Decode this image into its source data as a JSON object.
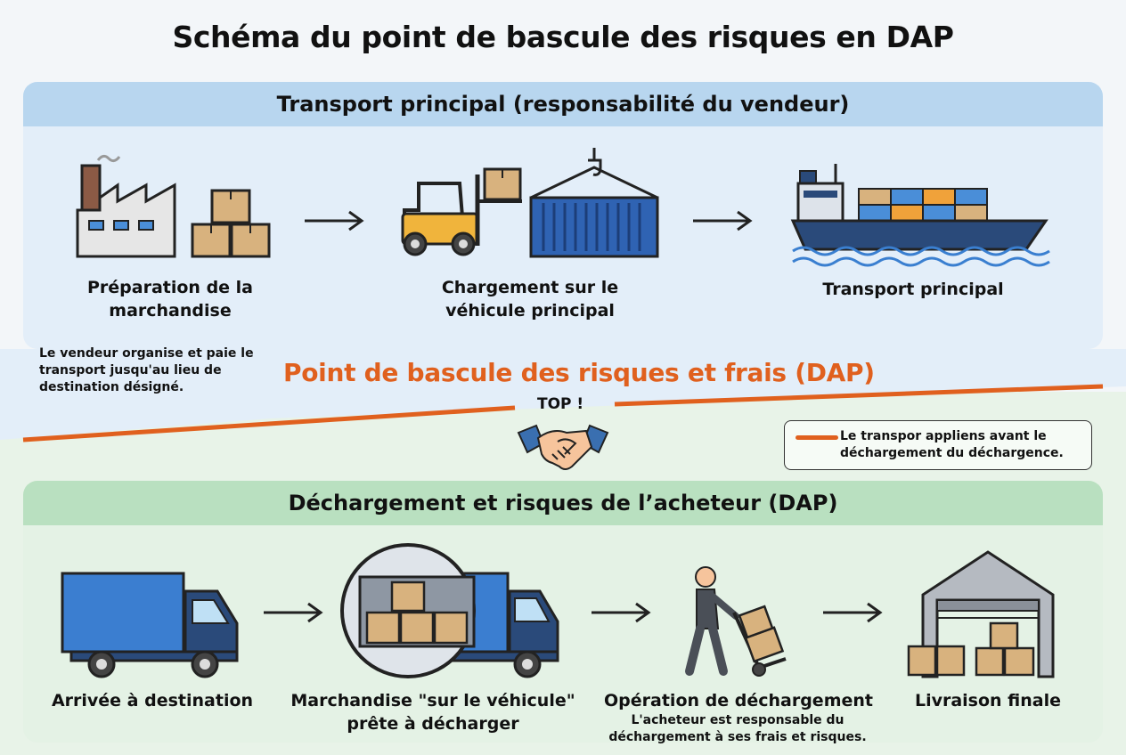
{
  "title": "Schéma du point de bascule des risques en DAP",
  "top_section": {
    "heading": "Transport principal (responsabilité du vendeur)",
    "steps": [
      {
        "label": "Préparation de la marchandise",
        "icon": "factory-icon"
      },
      {
        "label": "Chargement sur le véhicule principal",
        "icon": "forklift-container-icon"
      },
      {
        "label": "Transport principal",
        "icon": "cargo-ship-icon"
      }
    ],
    "note": "Le vendeur organise et paie le transport jusqu'au lieu de destination désigné."
  },
  "pivot": {
    "label": "Point de bascule des risques et frais (DAP)",
    "top_label": "TOP !",
    "icon": "handshake-icon",
    "legend_text": "Le transpor appliens avant le déchargement du déchargence.",
    "color": "#e0601e"
  },
  "bottom_section": {
    "heading": "Déchargement et risques de l’acheteur (DAP)",
    "steps": [
      {
        "label": "Arrivée à destination",
        "icon": "truck-icon"
      },
      {
        "label": "Marchandise \"sur le véhicule\" prête à décharger",
        "icon": "loaded-truck-icon"
      },
      {
        "label": "Opération de déchargement",
        "icon": "hand-truck-worker-icon",
        "sub": "L'acheteur est responsable du déchargement à ses frais et risques."
      },
      {
        "label": "Livraison finale",
        "icon": "warehouse-icon"
      }
    ]
  }
}
